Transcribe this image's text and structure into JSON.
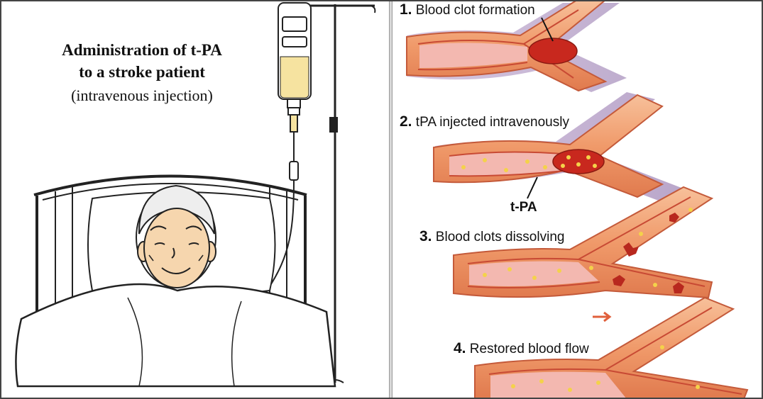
{
  "left": {
    "title_line1": "Administration of t-PA",
    "title_line2": "to a stroke patient",
    "title_line3": "(intravenous injection)"
  },
  "steps": [
    {
      "num": "1.",
      "text": "Blood clot formation"
    },
    {
      "num": "2.",
      "text": "tPA injected intravenously"
    },
    {
      "num": "3.",
      "text": "Blood clots dissolving"
    },
    {
      "num": "4.",
      "text": "Restored blood flow"
    }
  ],
  "tpa_label": "t-PA",
  "colors": {
    "vessel_outer": "#f0a67a",
    "vessel_wall": "#d9674a",
    "vessel_lumen": "#f4c7c0",
    "vein": "#9a7fb0",
    "clot": "#c8281e",
    "tpa_dot": "#f4d24a",
    "iv_fluid": "#f6e3a0"
  }
}
